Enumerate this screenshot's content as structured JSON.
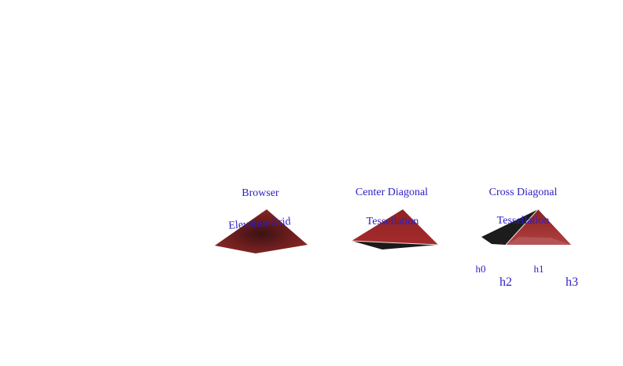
{
  "scene": {
    "background_color": "#ffffff",
    "label_color": "#2a1ec8",
    "surface_color": "#8a2424",
    "shadow_color": "#1a1a1a"
  },
  "panels": {
    "browser": {
      "title": "Browser",
      "subtitle": "ElevationGrid"
    },
    "center_diagonal": {
      "title": "Center Diagonal",
      "subtitle": "Tessellation"
    },
    "cross_diagonal": {
      "title": "Cross Diagonal",
      "subtitle": "Tessellation",
      "height_labels": [
        "h0",
        "h1",
        "h2",
        "h3"
      ]
    }
  }
}
